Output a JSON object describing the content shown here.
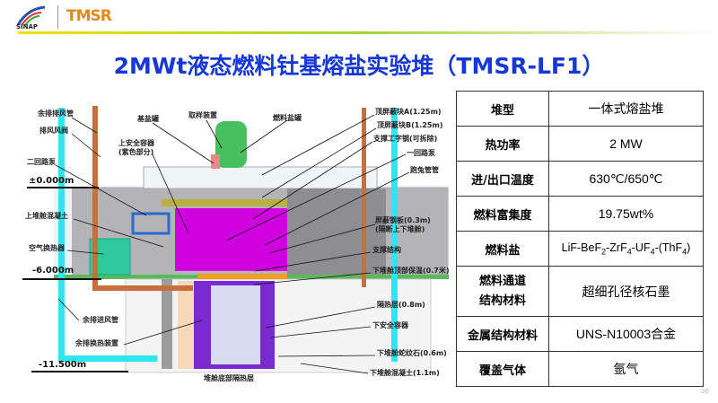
{
  "header": {
    "logo_sinap": "SINAP",
    "logo_tmsr": "TMSR",
    "page_number": "36"
  },
  "title": "2MWt液态燃料钍基熔盐实验堆（TMSR-LF1）",
  "diagram": {
    "levels": [
      "±0.000m",
      "-6.000m",
      "-11.500m"
    ],
    "labels": {
      "exhaust_pipe": "余排排风管",
      "exhaust_valve": "排风风阀",
      "upper_containment": "上安全容器",
      "upper_containment_note": "(紫色部分)",
      "base_salt_tank": "基盐罐",
      "sampling": "取样装置",
      "fuel_salt_tank": "燃料盐罐",
      "secondary_pump": "二回路泵",
      "upper_concrete": "上堆舱混凝土",
      "air_hx": "空气换热器",
      "intake_pipe": "余排进风管",
      "residual_hx": "余排换热装置",
      "bottom_insulation": "堆舱底部隔热层",
      "shield_a": "顶屏蔽块A(1.25m)",
      "shield_b": "顶屏蔽块B(1.25m)",
      "support_beam": "支撑工字钢(可拆除)",
      "primary_pump": "一回路泵",
      "rabbit_pipe": "跑兔管管",
      "steel_plate": "屏蔽钢板(0.3m)",
      "steel_plate_note": "(隔断上下堆舱)",
      "support_structure": "支撑结构",
      "lower_top_insulation": "下堆舱顶部保温(0.7米)",
      "insulation": "隔热层(0.8m)",
      "lower_containment": "下安全容器",
      "serpentine": "下堆舱蛇纹石(0.6m)",
      "lower_concrete": "下堆舱混凝土(1.1m)"
    }
  },
  "table": {
    "rows": [
      {
        "key": "堆型",
        "value": "一体式熔盐堆"
      },
      {
        "key": "热功率",
        "value": "2 MW"
      },
      {
        "key": "进/出口温度",
        "value": "630℃/650℃"
      },
      {
        "key": "燃料富集度",
        "value": "19.75wt%"
      },
      {
        "key": "燃料盐",
        "value_parts": [
          "LiF-BeF",
          "2",
          "-ZrF",
          "4",
          "-UF",
          "4",
          "-(ThF",
          "4",
          ")"
        ]
      },
      {
        "key": "燃料通道结构材料",
        "key_lines": [
          "燃料通道",
          "结构材料"
        ],
        "value": "超细孔径核石墨"
      },
      {
        "key": "金属结构材料",
        "value": "UNS-N10003合金"
      },
      {
        "key": "覆盖气体",
        "value": "氩气"
      }
    ]
  }
}
